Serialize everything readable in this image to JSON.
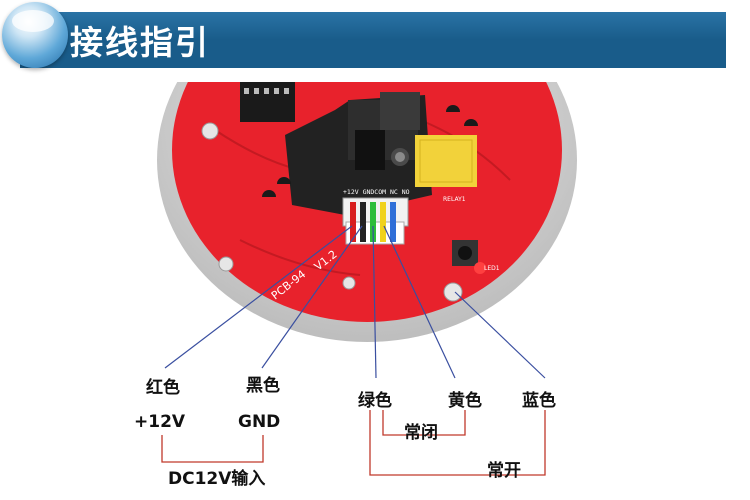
{
  "header": {
    "title": "接线指引"
  },
  "board": {
    "pins_label": "+12V GNDCOM NC NO",
    "model_label": "PCB-94",
    "version_label": "V1.2",
    "relay_label": "RELAY1",
    "led_label": "LED1"
  },
  "labels": {
    "red": "红色",
    "black": "黑色",
    "green": "绿色",
    "yellow": "黄色",
    "blue": "蓝色",
    "plus12v": "+12V",
    "gnd": "GND",
    "normally_closed": "常闭",
    "normally_open": "常开",
    "dc_input": "DC12V输入"
  },
  "colors": {
    "header_bg": "#195c8a",
    "board_red": "#e8222c",
    "bracket_line": "#c0392b",
    "pointer_line": "#3a4fa0"
  }
}
